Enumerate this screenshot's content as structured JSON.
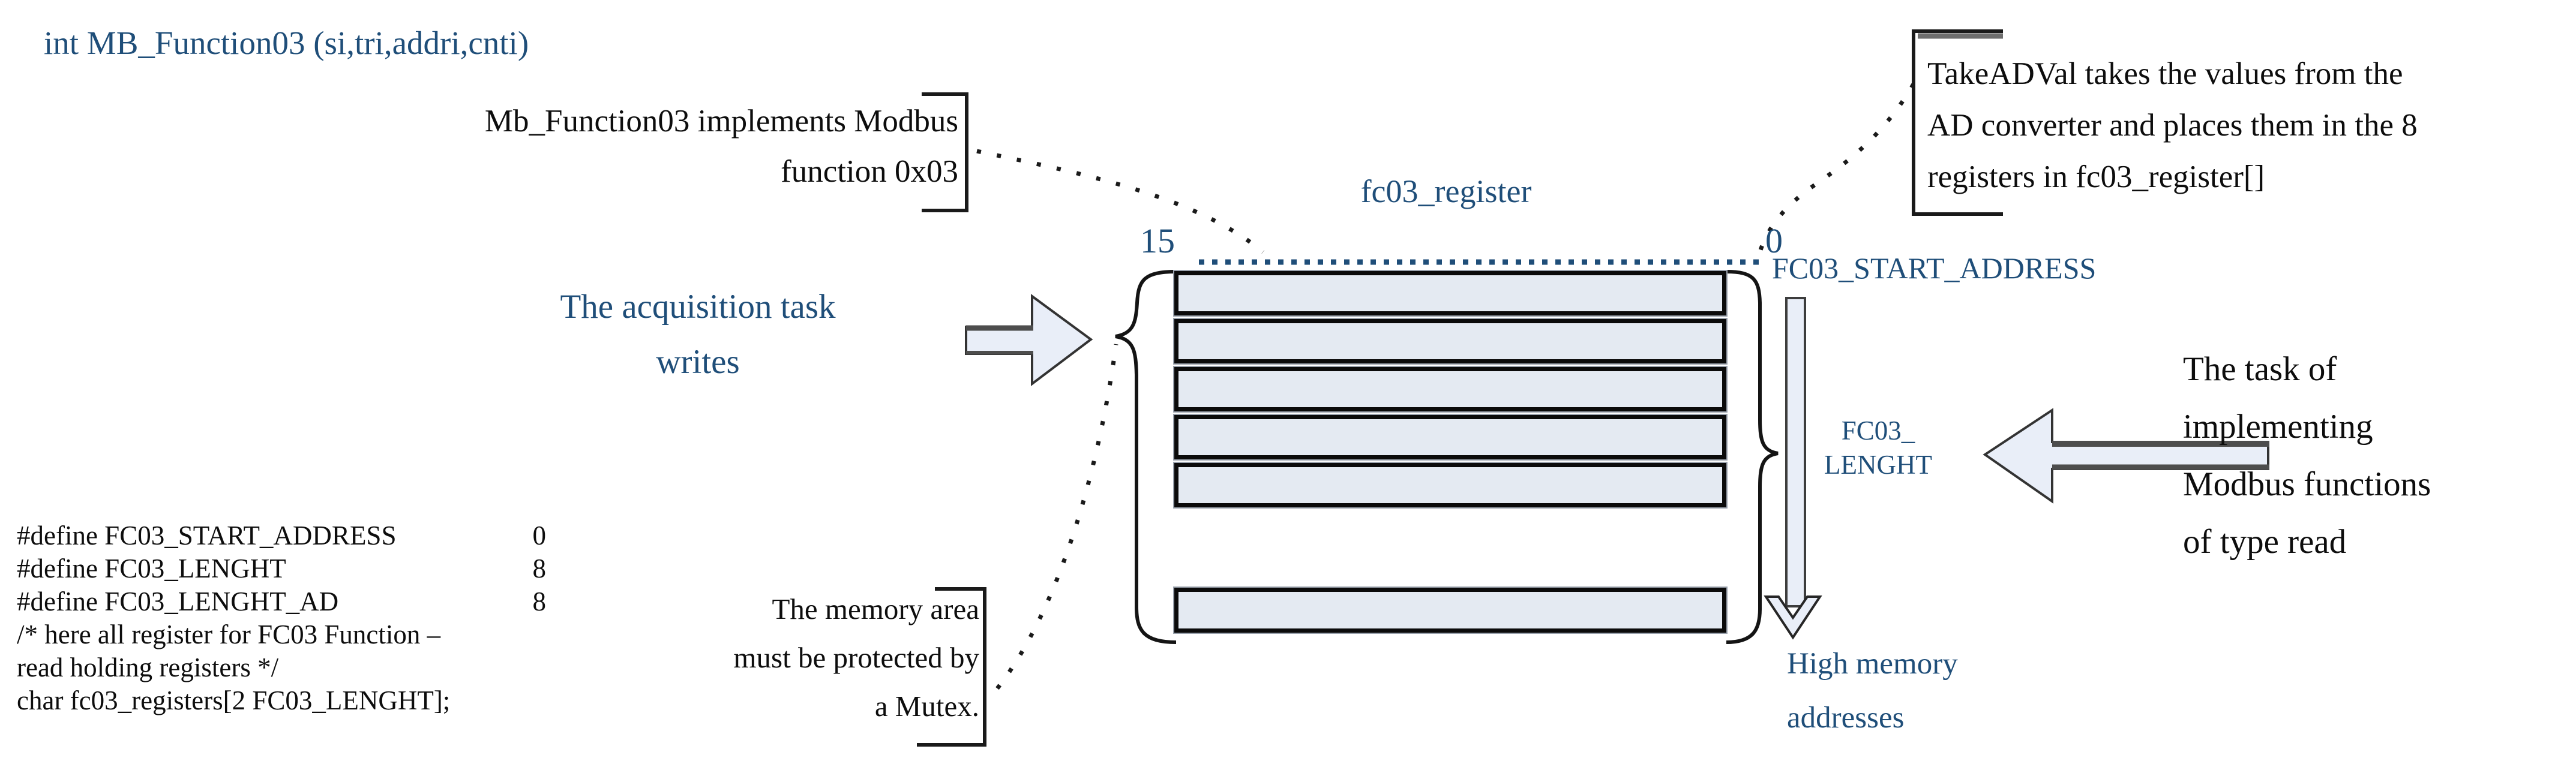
{
  "title": "int MB_Function03 (si,tri,addri,cnti)",
  "callout_function": {
    "line1": "Mb_Function03 implements Modbus",
    "line2": "function 0x03"
  },
  "callout_takeadval": {
    "line1": "TakeADVal takes the values from the",
    "line2": "AD converter and places them in the 8",
    "line3": "registers in fc03_register[]"
  },
  "callout_mutex": {
    "line1": "The memory area",
    "line2": "must be protected by",
    "line3": "a Mutex."
  },
  "register_diagram": {
    "label": "fc03_register",
    "bit_high": "15",
    "bit_low": "0",
    "start_address_label": "FC03_START_ADDRESS",
    "length_label_line1": "FC03_",
    "length_label_line2": "LENGHT",
    "high_memory_line1": "High memory",
    "high_memory_line2": "addresses",
    "register_rows_top_group": 5,
    "register_rows_bottom_group": 1
  },
  "acquisition": {
    "line1": "The acquisition task",
    "line2": "writes"
  },
  "modbus_task": {
    "line1": "The task of",
    "line2": "implementing",
    "line3": "Modbus functions",
    "line4": "of type read"
  },
  "code_block": {
    "lines": [
      {
        "text": "#define FC03_START_ADDRESS",
        "value": "0"
      },
      {
        "text": "#define FC03_LENGHT",
        "value": "8"
      },
      {
        "text": "#define FC03_LENGHT_AD",
        "value": "8"
      },
      {
        "text": "/* here all register for FC03 Function –",
        "value": ""
      },
      {
        "text": "read holding registers */",
        "value": ""
      },
      {
        "text": "char fc03_registers[2 FC03_LENGHT];",
        "value": ""
      }
    ]
  },
  "colors": {
    "diagram_blue_text": "#1F4E79",
    "black_text": "#0d0d0d",
    "register_fill": "#E4EAF2",
    "register_border": "#0b0b0b",
    "arrow_fill": "#E9EEF8",
    "arrow_outline": "#3d3d3d"
  }
}
